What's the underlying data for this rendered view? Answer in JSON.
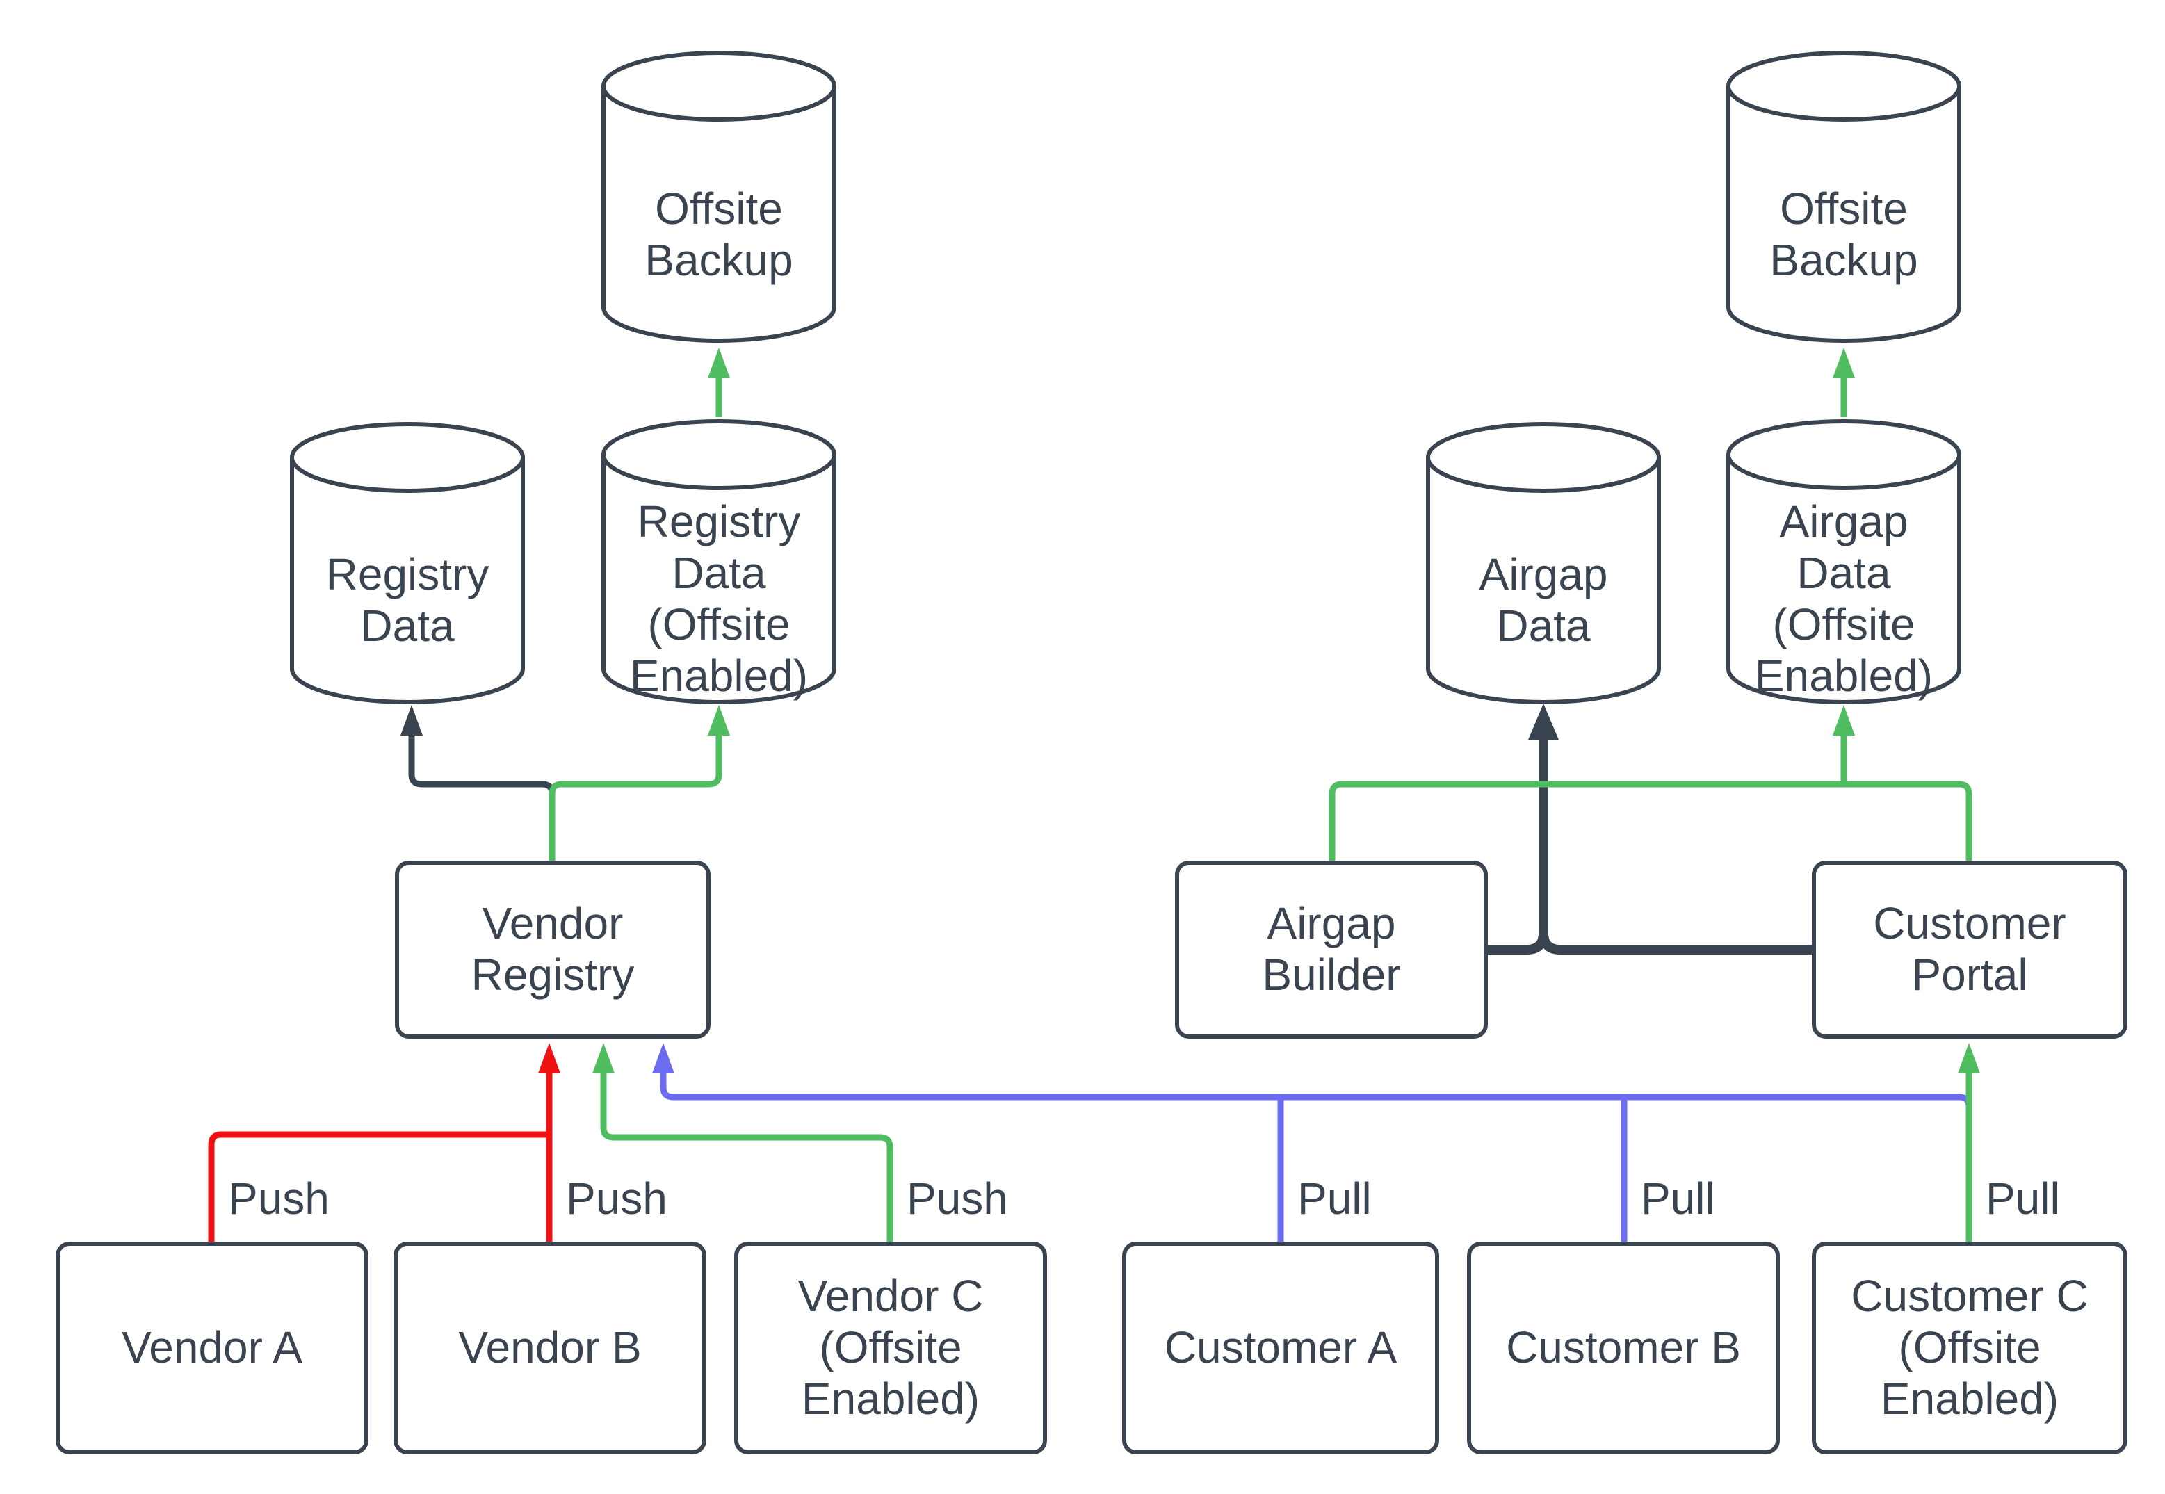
{
  "diagram": {
    "background": "#FFFFFF",
    "colors": {
      "node_stroke": "#3A4450",
      "text": "#3A4450",
      "node_fill": "#FFFFFF",
      "push_edge_red": "#F01212",
      "offsite_edge_green": "#50BD60",
      "pull_edge_blue": "#6C6CF0",
      "data_edge_dark": "#3A4450"
    },
    "left": {
      "offsite_backup_label": "Offsite Backup",
      "registry_data_label": "Registry Data",
      "registry_data_offsite_label": "Registry Data (Offsite Enabled)",
      "vendor_registry_label": "Vendor Registry",
      "vendor_a_label": "Vendor A",
      "vendor_b_label": "Vendor B",
      "vendor_c_label": "Vendor C (Offsite Enabled)",
      "vendor_a_edge_label": "Push",
      "vendor_b_edge_label": "Push",
      "vendor_c_edge_label": "Push"
    },
    "right": {
      "offsite_backup_label": "Offsite Backup",
      "airgap_data_label": "Airgap Data",
      "airgap_data_offsite_label": "Airgap Data (Offsite Enabled)",
      "airgap_builder_label": "Airgap Builder",
      "customer_portal_label": "Customer Portal",
      "customer_a_label": "Customer A",
      "customer_b_label": "Customer B",
      "customer_c_label": "Customer C (Offsite Enabled)",
      "customer_a_edge_label": "Pull",
      "customer_b_edge_label": "Pull",
      "customer_c_edge_label": "Pull"
    }
  }
}
